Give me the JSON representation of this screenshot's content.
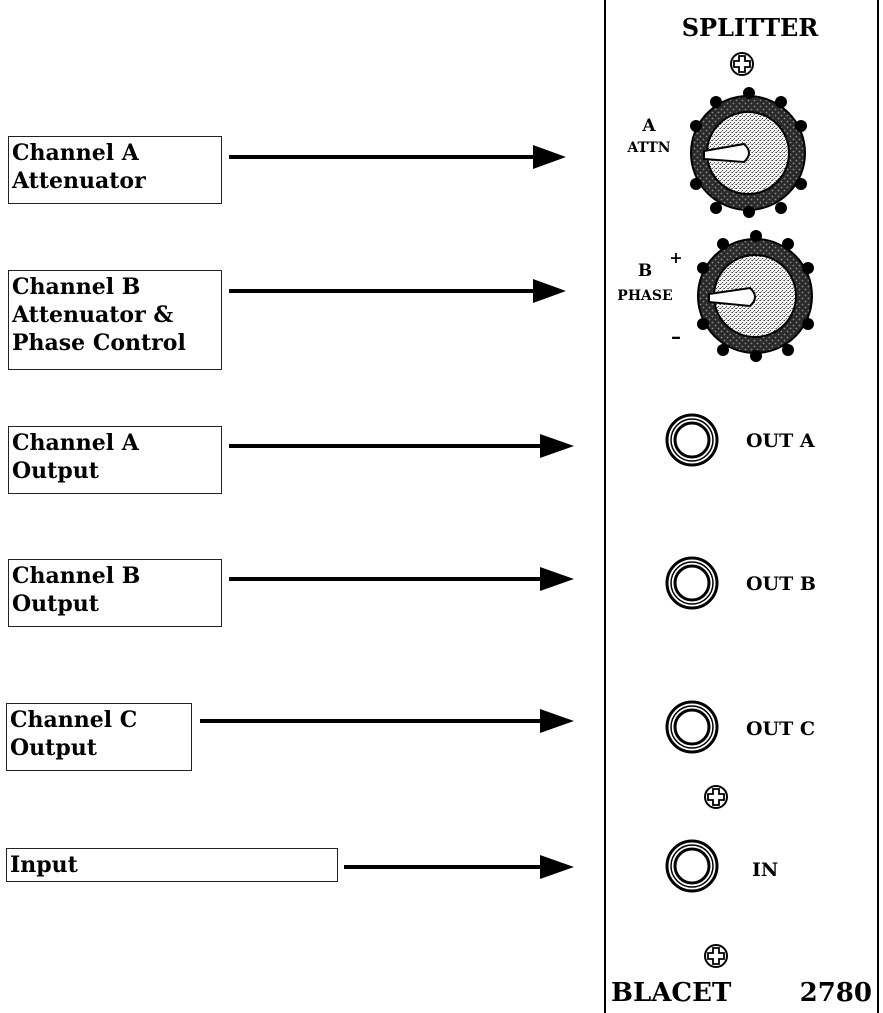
{
  "callouts": [
    {
      "id": "a-atten",
      "lines": [
        "Channel A",
        "Attenuator"
      ]
    },
    {
      "id": "b-atten",
      "lines": [
        "Channel B",
        "Attenuator &",
        "Phase Control"
      ]
    },
    {
      "id": "a-out",
      "lines": [
        "Channel A",
        "Output"
      ]
    },
    {
      "id": "b-out",
      "lines": [
        "Channel B",
        "Output"
      ]
    },
    {
      "id": "c-out",
      "lines": [
        "Channel C",
        "Output"
      ]
    },
    {
      "id": "input",
      "lines": [
        "Input"
      ]
    }
  ],
  "panel": {
    "title": "SPLITTER",
    "knob_a": {
      "letter": "A",
      "label": "ATTN"
    },
    "knob_b": {
      "letter": "B",
      "label": "PHASE",
      "plus": "+",
      "minus": "–"
    },
    "jacks": {
      "out_a": "OUT A",
      "out_b": "OUT B",
      "out_c": "OUT C",
      "in": "IN"
    },
    "brand": "BLACET",
    "model": "2780"
  },
  "colors": {
    "ink": "#000000",
    "paper": "#ffffff",
    "knob_face": "#d8d8d8"
  },
  "icons": [
    "screw-icon",
    "knob-icon",
    "jack-icon",
    "arrow-icon"
  ]
}
